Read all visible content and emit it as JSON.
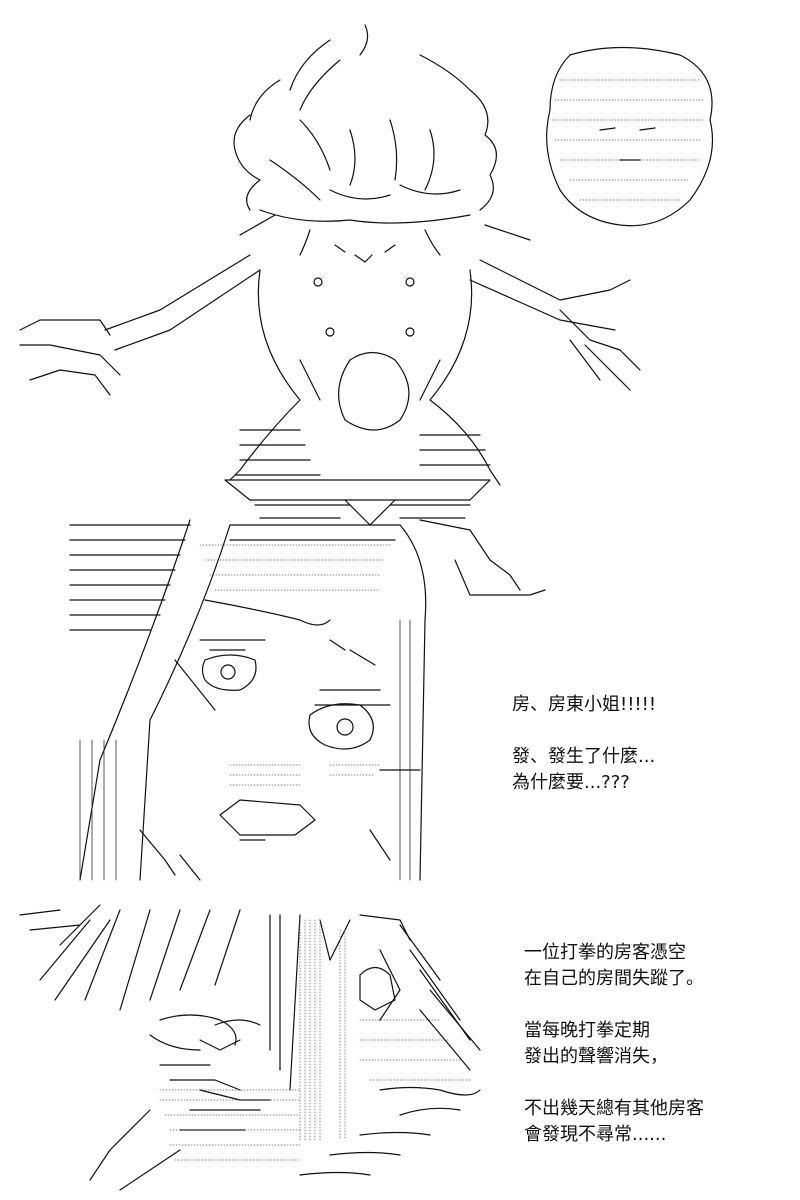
{
  "dialogue": {
    "line1": "房、房東小姐!!!!!",
    "line2": "發、發生了什麼...",
    "line3": "為什麼要...???"
  },
  "narration": {
    "line1": "一位打拳的房客憑空",
    "line2": "在自己的房間失蹤了。",
    "line3": "當每晚打拳定期",
    "line4": "發出的聲響消失，",
    "line5": "不出幾天總有其他房客",
    "line6": "會發現不尋常......"
  }
}
